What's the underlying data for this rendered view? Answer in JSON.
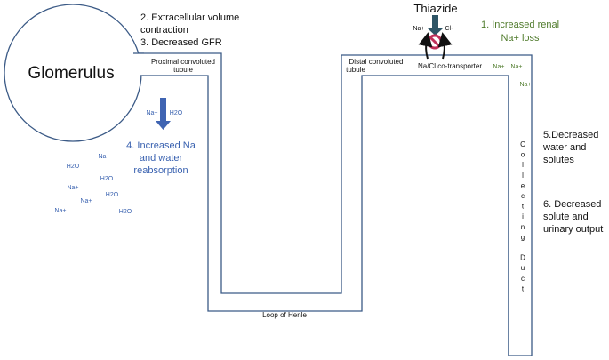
{
  "labels": {
    "glomerulus": "Glomerulus",
    "proximal_line1": "Proximal convoluted",
    "proximal_line2": "tubule",
    "distal_line1": "Distal convoluted",
    "distal_line2": "tubule",
    "loop_of_henle": "Loop of Henle",
    "collecting_duct_letters": [
      "C",
      "o",
      "l",
      "l",
      "e",
      "c",
      "t",
      "i",
      "n",
      "g",
      "",
      "D",
      "u",
      "c",
      "t"
    ],
    "thiazide": "Thiazide",
    "cotransporter": "Na/Cl co-transporter",
    "cotransporter_na": "Na+",
    "cotransporter_cl": "Cl-",
    "distal_na_1": "Na+",
    "distal_na_2": "Na+",
    "distal_na_3": "Na+",
    "proximal_na": "Na+",
    "proximal_h2o": "H2O"
  },
  "steps": {
    "step2_line1": "2. Extracellular volume",
    "step2_line2": "contraction",
    "step3": "3.  Decreased GFR",
    "step1_line1": "1. Increased renal",
    "step1_line2": "Na+ loss",
    "step4_line1": "4. Increased Na",
    "step4_line2": "and water",
    "step4_line3": "reabsorption",
    "step5_line1": "5.Decreased",
    "step5_line2": "water and",
    "step5_line3": "solutes",
    "step6_line1": "6. Decreased",
    "step6_line2": "solute and",
    "step6_line3": "urinary output"
  },
  "scatter_labels": {
    "s1": "Na+",
    "s2": "H2O",
    "s3": "H2O",
    "s4": "Na+",
    "s5": "H2O",
    "s6": "Na+",
    "s7": "H2O",
    "s8": "Na+"
  },
  "colors": {
    "outline": "#3b5a86",
    "blue_text": "#3a62b0",
    "arrow_blue": "#3f64b2",
    "thiazide_arrow": "#2e5566",
    "green_text": "#4e7a2a",
    "block_red": "#c0305a",
    "black": "#111111"
  }
}
